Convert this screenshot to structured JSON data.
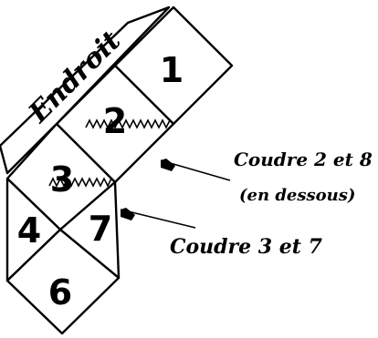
{
  "title": "Endroit",
  "pieces": [
    {
      "id": "piece-1",
      "label": "1"
    },
    {
      "id": "piece-2",
      "label": "2"
    },
    {
      "id": "piece-3",
      "label": "3"
    },
    {
      "id": "piece-4",
      "label": "4"
    },
    {
      "id": "piece-7",
      "label": "7"
    },
    {
      "id": "piece-6",
      "label": "6"
    }
  ],
  "annotations": {
    "sew_2_8_line1": "Coudre 2 et 8",
    "sew_2_8_line2": "(en dessous)",
    "sew_3_7": "Coudre 3 et 7"
  }
}
